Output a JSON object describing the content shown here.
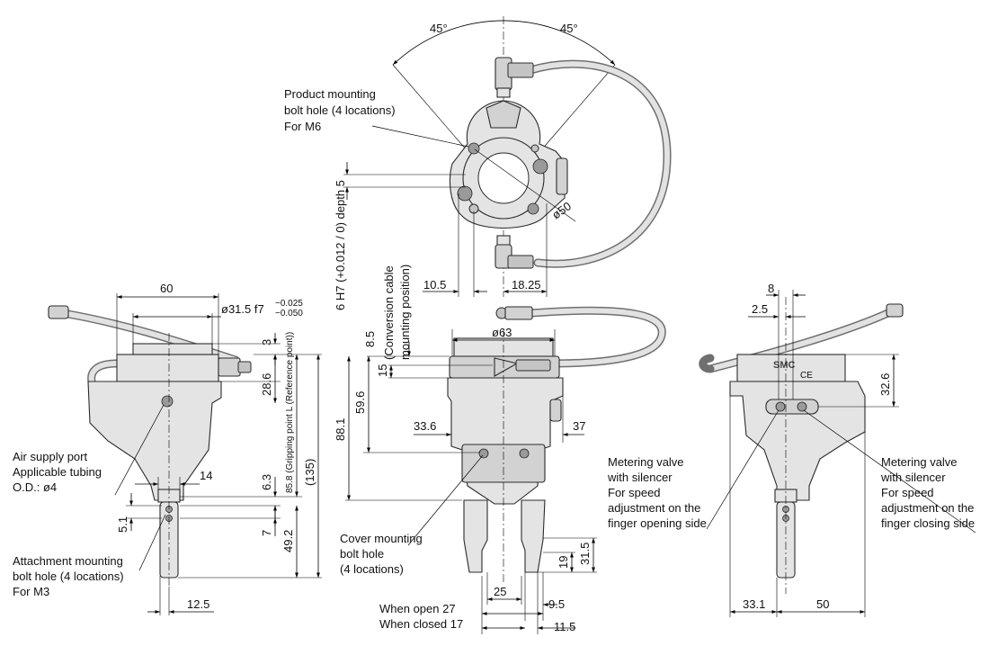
{
  "top_view": {
    "angle_left": "45°",
    "angle_right": "45°",
    "bolt_hole_note": [
      "Product mounting",
      "bolt hole (4 locations)",
      "For M6"
    ],
    "diameter": "ø50",
    "dim_left": "10.5",
    "dim_right": "18.25",
    "pin_hole": "6 H7 (+0.012 / 0) depth 5",
    "conv_cable": [
      "(Conversion cable",
      "mounting position)"
    ]
  },
  "front_view": {
    "dia_top": "ø63",
    "d_8_5": "8.5",
    "d_15": "15",
    "d_59_6": "59.6",
    "d_88_1": "88.1",
    "d_33_6": "33.6",
    "d_37": "37",
    "d_25": "25",
    "d_9_5": "9.5",
    "d_11_5": "11.5",
    "d_19": "19",
    "d_31_5": "31.5",
    "open_note": "When open 27",
    "closed_note": "When closed 17",
    "cover_note": [
      "Cover mounting",
      "bolt hole",
      "(4 locations)"
    ]
  },
  "left_view": {
    "d_60": "60",
    "d_phi": "ø31.5 f7",
    "d_phi_tol_top": "−0.025",
    "d_phi_tol_bot": "−0.050",
    "d_3": "3",
    "d_28_6": "28.6",
    "d_85_8": "85.8 (Gripping point L (Reference point))",
    "d_135": "(135)",
    "d_14": "14",
    "d_6_3": "6.3",
    "d_7": "7",
    "d_49_2": "49.2",
    "d_5_1": "5.1",
    "d_12_5": "12.5",
    "air_note": [
      "Air supply port",
      "Applicable tubing",
      "O.D.: ø4"
    ],
    "attach_note": [
      "Attachment mounting",
      "bolt hole (4 locations)",
      "For M3"
    ]
  },
  "right_view": {
    "d_8": "8",
    "d_2_5": "2.5",
    "d_32_6": "32.6",
    "d_33_1": "33.1",
    "d_50": "50",
    "logo": "SMC",
    "ce": "CE",
    "meter_left": [
      "Metering valve",
      "with silencer",
      "For speed",
      "adjustment on the",
      "finger opening side"
    ],
    "meter_right": [
      "Metering valve",
      "with silencer",
      "For speed",
      "adjustment on the",
      "finger closing side"
    ]
  }
}
